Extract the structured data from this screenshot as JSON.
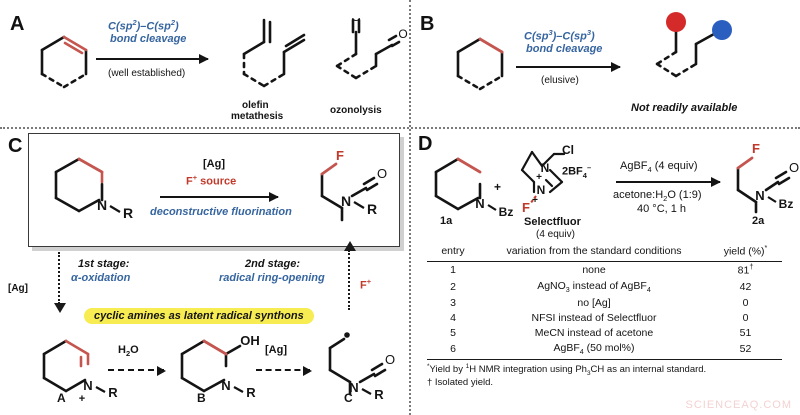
{
  "panels": {
    "a": {
      "letter": "A",
      "arrow_top_line1": "C(sp2)–C(sp2)",
      "arrow_top_line2": "bond cleavage",
      "arrow_bottom": "(well established)",
      "product1_line1": "olefin",
      "product1_line2": "metathesis",
      "product2": "ozonolysis",
      "atom_o1": "O",
      "atom_o2": "O"
    },
    "b": {
      "letter": "B",
      "arrow_top_line1": "C(sp3)–C(sp3)",
      "arrow_top_line2": "bond cleavage",
      "arrow_bottom": "(elusive)",
      "caption": "Not readily available",
      "dot_red_color": "#d42a2a",
      "dot_blue_color": "#2a5fc0"
    },
    "c": {
      "letter": "C",
      "substrate_n": "N",
      "substrate_r": "R",
      "arrow_top_line1": "[Ag]",
      "arrow_top_line2": "F+ source",
      "arrow_bottom": "deconstructive fluorination",
      "product_f": "F",
      "product_o": "O",
      "product_n": "N",
      "product_r": "R",
      "stage1_line1": "1st stage:",
      "stage1_line2": "α-oxidation",
      "stage2_line1": "2nd stage:",
      "stage2_line2": "radical ring-opening",
      "left_catalyst": "[Ag]",
      "right_reagent": "F+",
      "highlight": "cyclic amines as latent radical synthons",
      "mech": {
        "a_label": "A",
        "a_n": "N",
        "a_r": "R",
        "a_charge": "+",
        "step1_reagent": "H2O",
        "b_label": "B",
        "b_oh": "OH",
        "b_n": "N",
        "b_r": "R",
        "step2_reagent": "[Ag]",
        "c_label": "C",
        "c_o": "O",
        "c_n": "N",
        "c_r": "R"
      }
    },
    "d": {
      "letter": "D",
      "substrate_n": "N",
      "substrate_bz": "Bz",
      "substrate_label": "1a",
      "plus": "+",
      "reagent_name": "Selectfluor",
      "reagent_equiv": "(4 equiv)",
      "reagent_cl": "Cl",
      "reagent_n_top": "N",
      "reagent_n_mid": "N",
      "reagent_n_bot": "N",
      "reagent_f": "F",
      "reagent_counterion": "2BF4",
      "reagent_counterion_charge": "–",
      "reagent_charge1": "+",
      "reagent_charge2": "+",
      "cond_line1": "AgBF4 (4 equiv)",
      "cond_line2": "acetone:H2O (1:9)",
      "cond_line3": "40 °C, 1 h",
      "product_f": "F",
      "product_o": "O",
      "product_n": "N",
      "product_bz": "Bz",
      "product_label": "2a",
      "table": {
        "headers": [
          "entry",
          "variation from the standard conditions",
          "yield (%)*"
        ],
        "rows": [
          {
            "entry": "1",
            "variation": "none",
            "yield": "81†"
          },
          {
            "entry": "2",
            "variation": "AgNO3 instead of AgBF4",
            "yield": "42"
          },
          {
            "entry": "3",
            "variation": "no [Ag]",
            "yield": "0"
          },
          {
            "entry": "4",
            "variation": "NFSI instead of Selectfluor",
            "yield": "0"
          },
          {
            "entry": "5",
            "variation": "MeCN instead of acetone",
            "yield": "51"
          },
          {
            "entry": "6",
            "variation": "AgBF4 (50 mol%)",
            "yield": "52"
          }
        ]
      },
      "footnote1": "*Yield by 1H NMR integration using Ph3CH as an internal standard.",
      "footnote2": "† Isolated yield."
    }
  },
  "watermark": "SCIENCEAQ.COM",
  "colors": {
    "accent_blue": "#36659f",
    "accent_red": "#c0392b",
    "bond_red": "#c86a6a",
    "highlight_yellow": "#f7ec52"
  }
}
